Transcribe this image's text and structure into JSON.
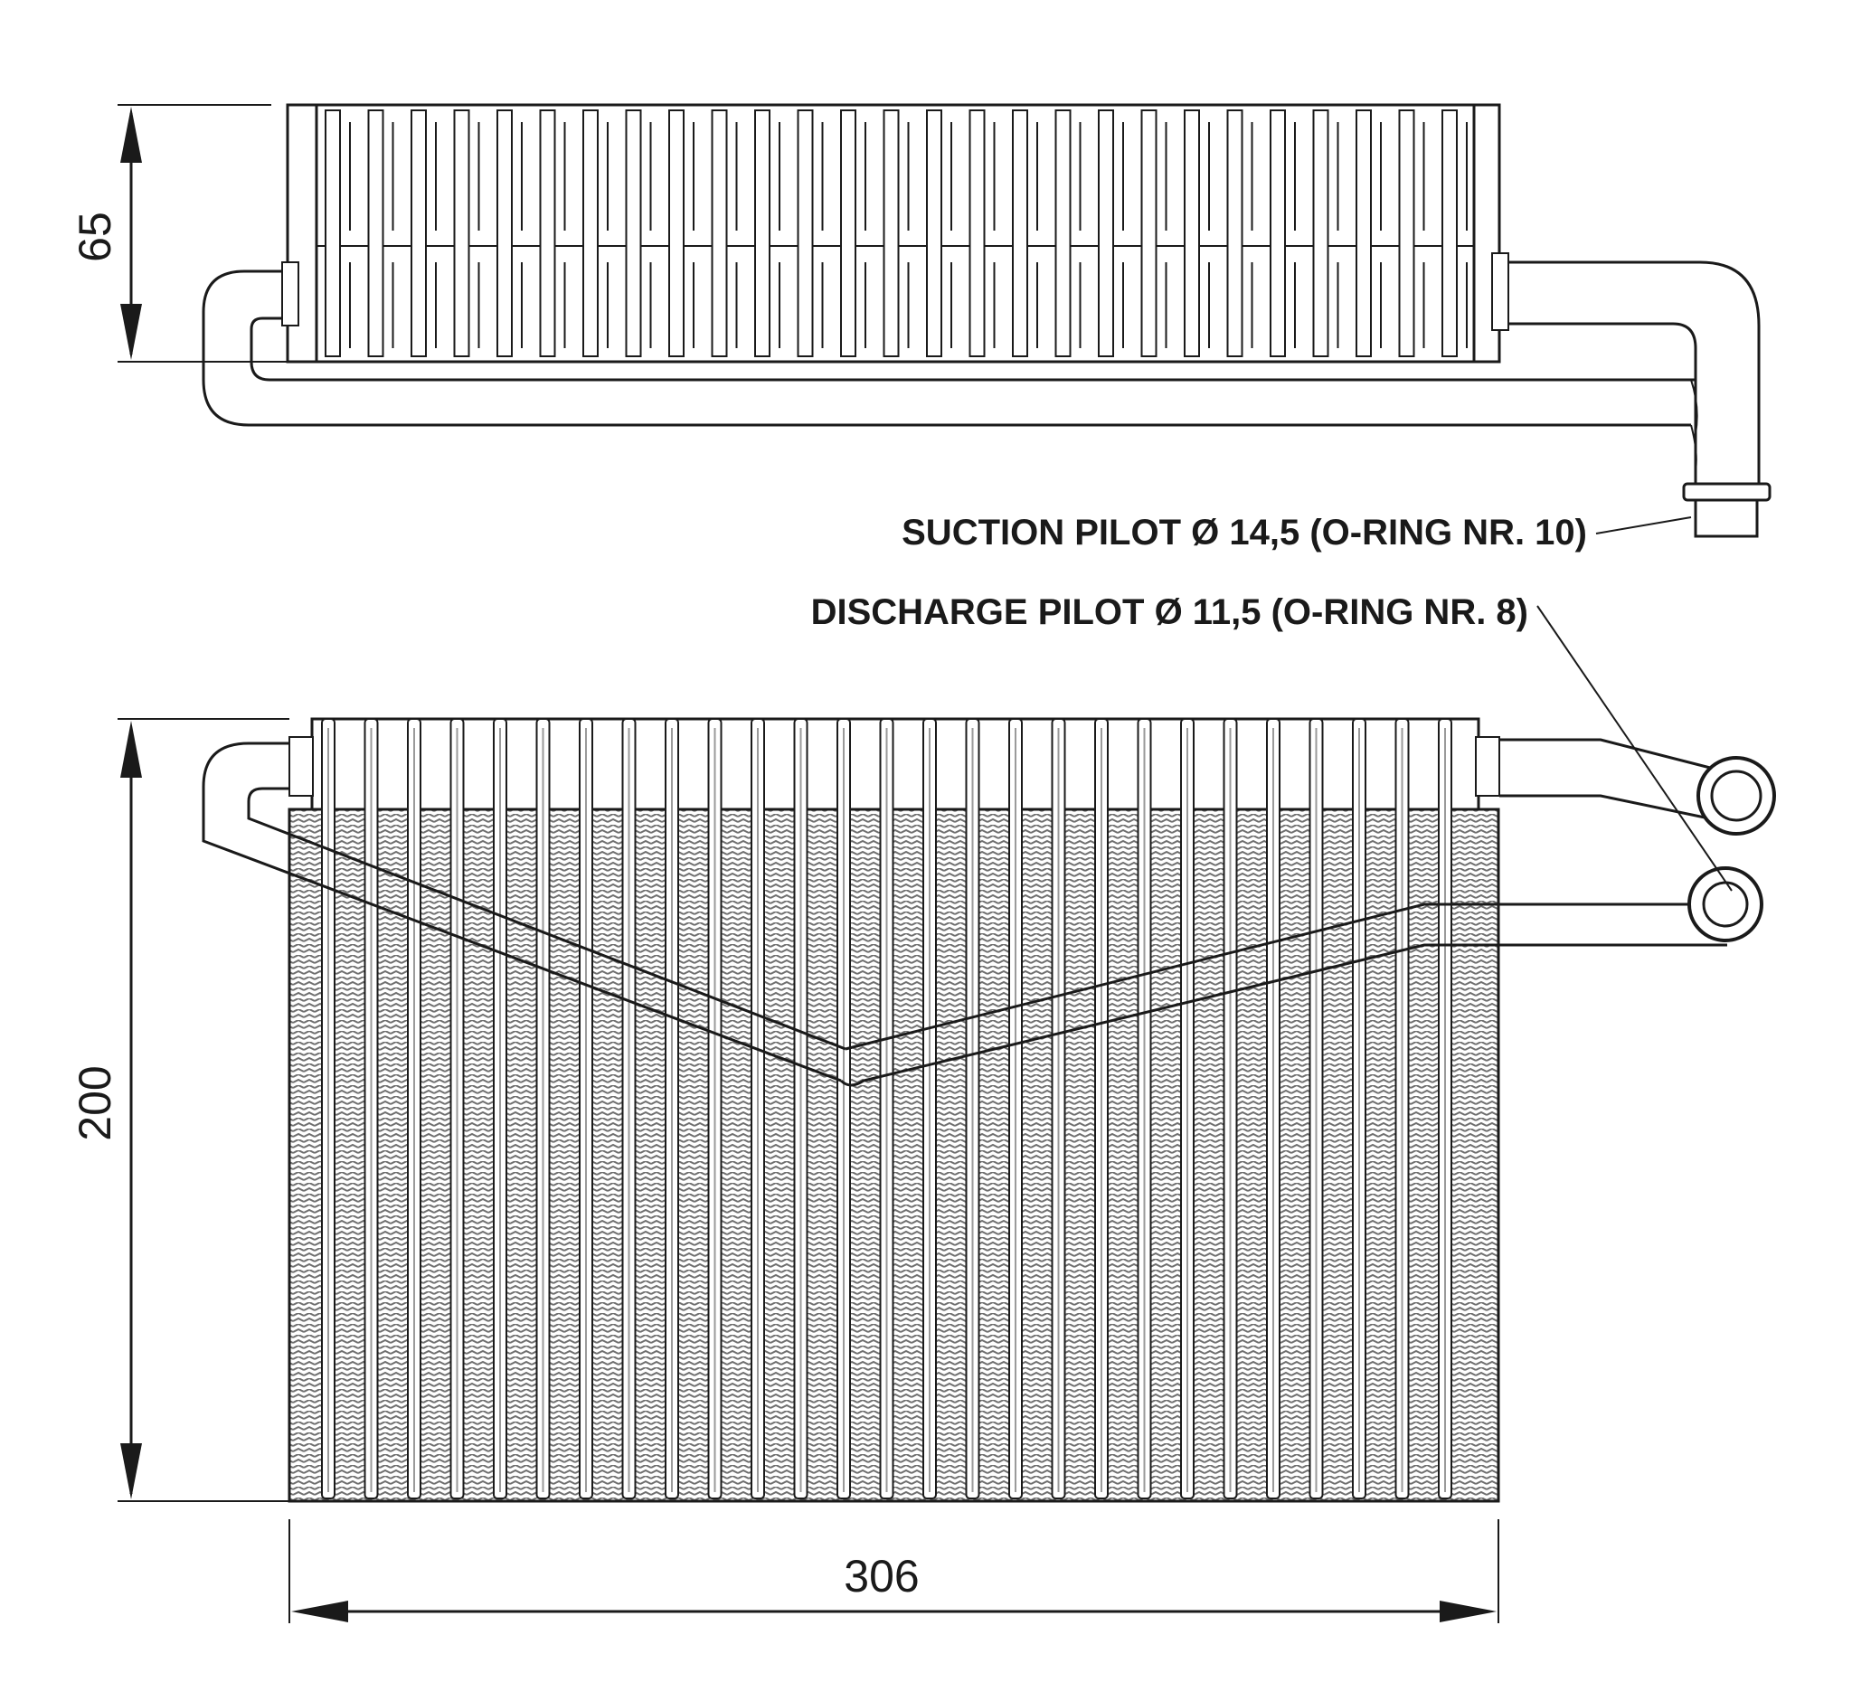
{
  "dimensions": {
    "depth": "65",
    "height": "200",
    "width": "306"
  },
  "labels": {
    "suction": "SUCTION PILOT Ø 14,5 (O-RING NR. 10)",
    "discharge": "DISCHARGE PILOT Ø 11,5 (O-RING NR. 8)"
  },
  "colors": {
    "line": "#1a1a1a",
    "fin": "#8a8a8a",
    "background": "#ffffff"
  }
}
